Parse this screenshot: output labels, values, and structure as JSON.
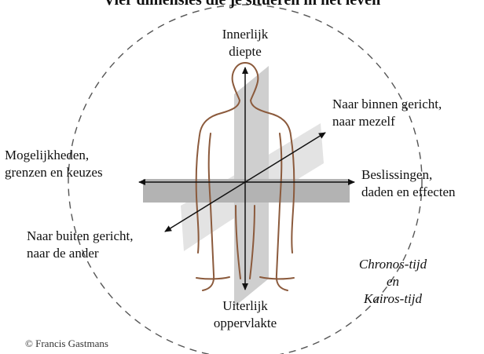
{
  "title": "Vier dimensies die je situeren in het leven",
  "labels": {
    "top": {
      "line1": "Innerlijk",
      "line2": "diepte"
    },
    "bottom": {
      "line1": "Uiterlijk",
      "line2": "oppervlakte"
    },
    "left": {
      "line1": "Mogelijkheden,",
      "line2": "grenzen en keuzes"
    },
    "right": {
      "line1": "Beslissingen,",
      "line2": "daden en effecten"
    },
    "inward": {
      "line1": "Naar binnen gericht,",
      "line2": "naar mezelf"
    },
    "outward": {
      "line1": "Naar buiten gericht,",
      "line2": "naar de ander"
    },
    "time": {
      "line1": "Chronos-tijd",
      "line2": "en",
      "line3": "Kairos-tijd"
    }
  },
  "copyright": "© Francis Gastmans",
  "colors": {
    "circle": "#555555",
    "plane_horizontal": "#b3b3b3",
    "plane_vertical": "#cfcfcf",
    "plane_diagonal": "#e3e3e3",
    "figure": "#8b5a3c",
    "arrow": "#111111"
  }
}
